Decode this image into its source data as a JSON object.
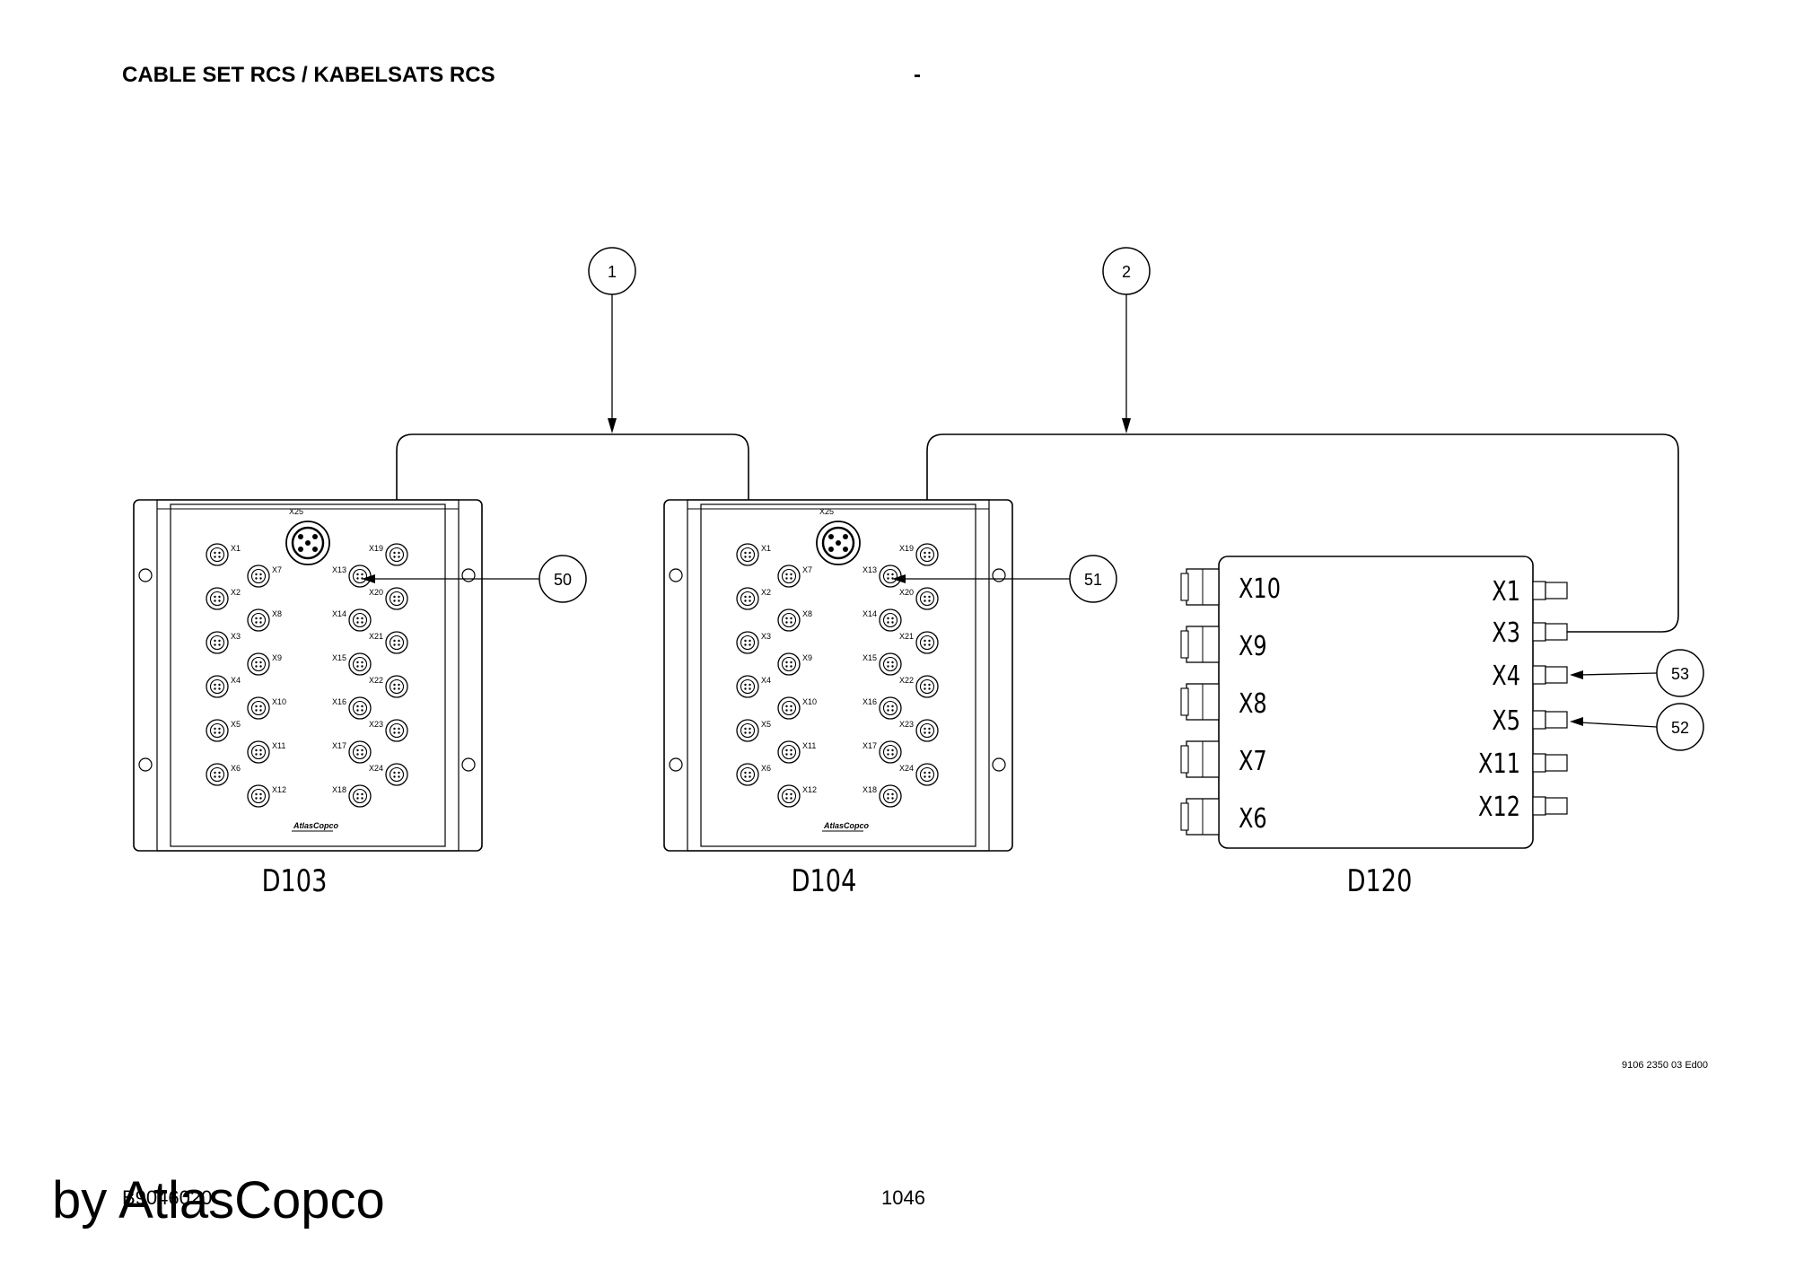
{
  "header": {
    "title": "CABLE SET RCS / KABELSATS RCS",
    "dash": "-"
  },
  "footer": {
    "doc_code": "B9046020",
    "page_number": "1046",
    "watermark": "by AtlasCopco",
    "ref_code": "9106 2350 03 Ed00"
  },
  "callouts": [
    "1",
    "2",
    "50",
    "51",
    "52",
    "53"
  ],
  "units": {
    "d103": {
      "name": "D103",
      "top_connector": "X25",
      "brand": "AtlasCopco",
      "left_col_a": [
        "X1",
        "X2",
        "X3",
        "X4",
        "X5",
        "X6"
      ],
      "left_col_b": [
        "X7",
        "X8",
        "X9",
        "X10",
        "X11",
        "X12"
      ],
      "right_col_a": [
        "X13",
        "X14",
        "X15",
        "X16",
        "X17",
        "X18"
      ],
      "right_col_b": [
        "X19",
        "X20",
        "X21",
        "X22",
        "X23",
        "X24"
      ]
    },
    "d104": {
      "name": "D104",
      "top_connector": "X25",
      "brand": "AtlasCopco",
      "left_col_a": [
        "X1",
        "X2",
        "X3",
        "X4",
        "X5",
        "X6"
      ],
      "left_col_b": [
        "X7",
        "X8",
        "X9",
        "X10",
        "X11",
        "X12"
      ],
      "right_col_a": [
        "X13",
        "X14",
        "X15",
        "X16",
        "X17",
        "X18"
      ],
      "right_col_b": [
        "X19",
        "X20",
        "X21",
        "X22",
        "X23",
        "X24"
      ]
    },
    "d120": {
      "name": "D120",
      "left_ports": [
        "X10",
        "X9",
        "X8",
        "X7",
        "X6"
      ],
      "right_ports": [
        "X1",
        "X3",
        "X4",
        "X5",
        "X11",
        "X12"
      ]
    }
  }
}
